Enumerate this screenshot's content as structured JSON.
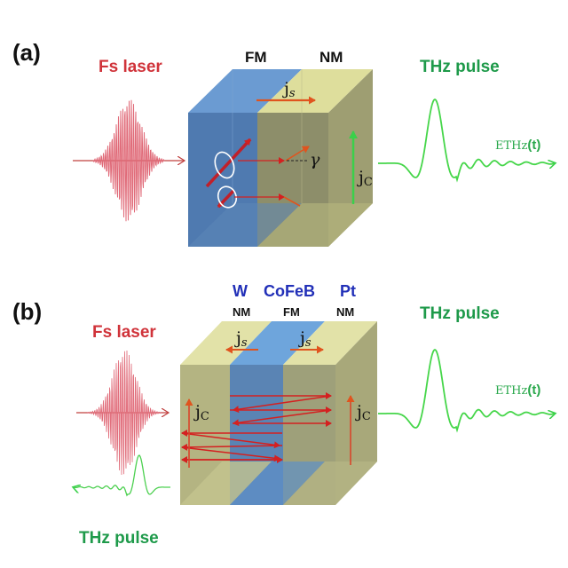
{
  "figure": {
    "panel_a": {
      "label": "(a)",
      "input_label": "Fs laser",
      "output_label": "THz pulse",
      "layers": [
        "FM",
        "NM"
      ],
      "spin_current": {
        "symbol": "j",
        "subscript": "s"
      },
      "charge_current": {
        "symbol": "j",
        "subscript": "C"
      },
      "gamma_symbol": "γ",
      "field_label": {
        "main": "E",
        "subscript": "THz",
        "arg": "(t)"
      }
    },
    "panel_b": {
      "label": "(b)",
      "input_label": "Fs laser",
      "output_label": "THz pulse",
      "backward_output_label": "THz pulse",
      "materials": [
        "W",
        "CoFeB",
        "Pt"
      ],
      "layers": [
        "NM",
        "FM",
        "NM"
      ],
      "spin_current": {
        "symbol": "j",
        "subscript": "s"
      },
      "charge_current": {
        "symbol": "j",
        "subscript": "C"
      },
      "field_label": {
        "main": "E",
        "subscript": "THz",
        "arg": "(t)"
      }
    },
    "colors": {
      "laser": "#d0333a",
      "thz": "#2aa84c",
      "fm_layer": "#4f7fb8",
      "nm_layer": "#c9c98a",
      "material_text": "#2230b8",
      "arrow_red": "#d42020",
      "arrow_orange": "#e0541e"
    }
  }
}
